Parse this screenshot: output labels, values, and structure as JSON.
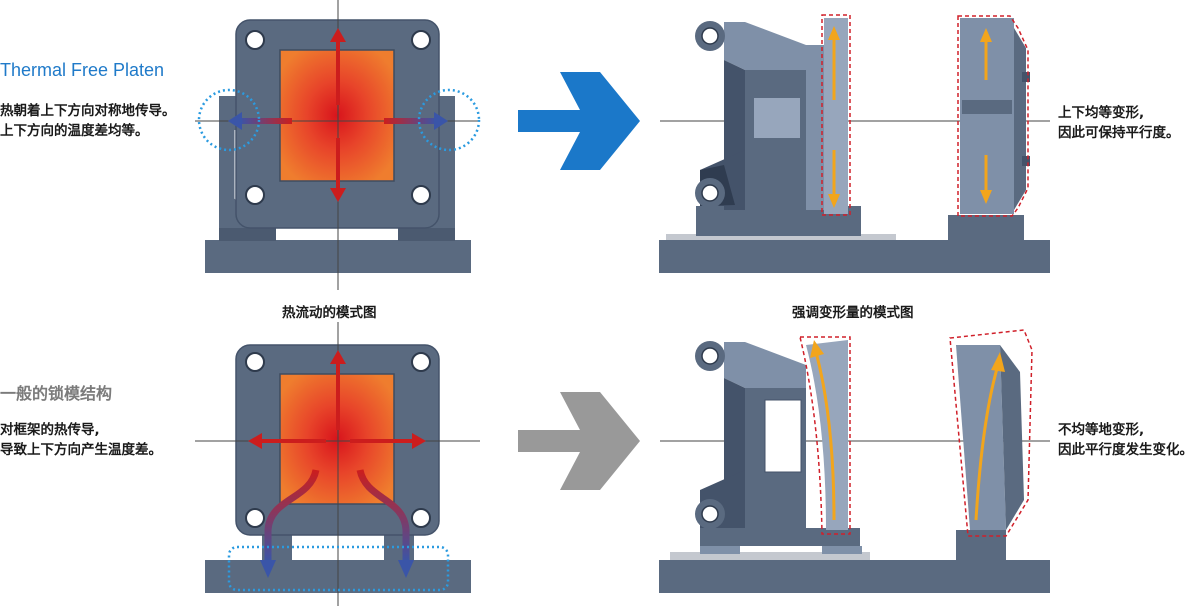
{
  "top": {
    "title": "Thermal Free Platen",
    "desc_line1": "热朝着上下方向对称地传导。",
    "desc_line2": "上下方向的温度差均等。",
    "result_line1": "上下均等变形,",
    "result_line2": "因此可保持平行度。"
  },
  "captions": {
    "left": "热流动的模式图",
    "right": "强调变形量的模式图"
  },
  "bottom": {
    "title": "一般的锁模结构",
    "desc_line1": "对框架的热传导,",
    "desc_line2": "导致上下方向产生温度差。",
    "result_line1": "不均等地变形,",
    "result_line2": "因此平行度发生变化。"
  },
  "colors": {
    "frame": "#5a6a80",
    "frame_dark": "#44536a",
    "frame_light": "#7f90a8",
    "platen_light": "#97a6bc",
    "heat_center": "#e01f1f",
    "heat_edge": "#f07a2a",
    "arrow_red": "#cc1d1d",
    "arrow_blue": "#3a55a8",
    "arrow_yellow": "#f2a51c",
    "dashed_blue": "#2b9be0",
    "dashed_red": "#d0202a",
    "big_arrow_blue": "#1b78c9",
    "big_arrow_gray": "#999999"
  }
}
